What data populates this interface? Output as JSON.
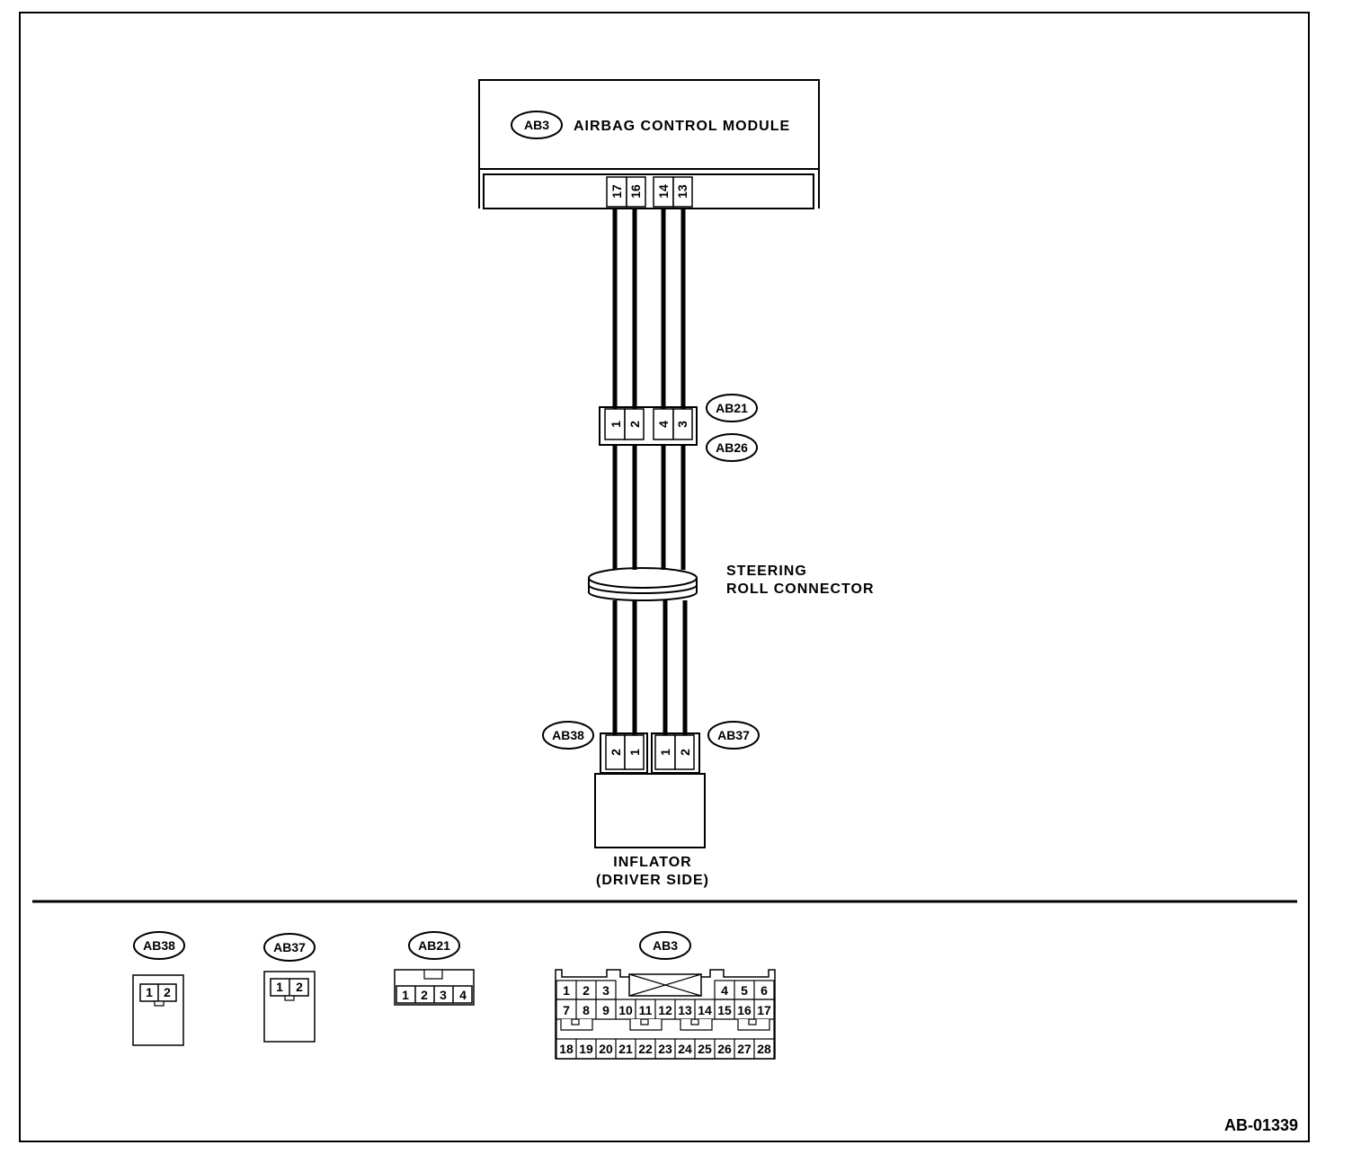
{
  "module": {
    "connector": "AB3",
    "name": "AIRBAG CONTROL MODULE",
    "pins": [
      "17",
      "16",
      "14",
      "13"
    ]
  },
  "mid_connector": {
    "ids": [
      "AB21",
      "AB26"
    ],
    "pins": [
      "1",
      "2",
      "4",
      "3"
    ]
  },
  "roll_connector": {
    "line1": "STEERING",
    "line2": "ROLL CONNECTOR"
  },
  "inflator": {
    "left_connector": {
      "id": "AB38",
      "pins": [
        "2",
        "1"
      ]
    },
    "right_connector": {
      "id": "AB37",
      "pins": [
        "1",
        "2"
      ]
    },
    "line1": "INFLATOR",
    "line2": "(DRIVER SIDE)"
  },
  "connector_views": {
    "ab38": {
      "id": "AB38",
      "pins": [
        "1",
        "2"
      ]
    },
    "ab37": {
      "id": "AB37",
      "pins": [
        "1",
        "2"
      ]
    },
    "ab21": {
      "id": "AB21",
      "pins": [
        "1",
        "2",
        "3",
        "4"
      ]
    },
    "ab3": {
      "id": "AB3",
      "row1_left": [
        "1",
        "2",
        "3"
      ],
      "row1_right": [
        "4",
        "5",
        "6"
      ],
      "row2": [
        "7",
        "8",
        "9",
        "10",
        "11",
        "12",
        "13",
        "14",
        "15",
        "16",
        "17"
      ],
      "row3": [
        "18",
        "19",
        "20",
        "21",
        "22",
        "23",
        "24",
        "25",
        "26",
        "27",
        "28"
      ]
    }
  },
  "figure_code": "AB-01339"
}
